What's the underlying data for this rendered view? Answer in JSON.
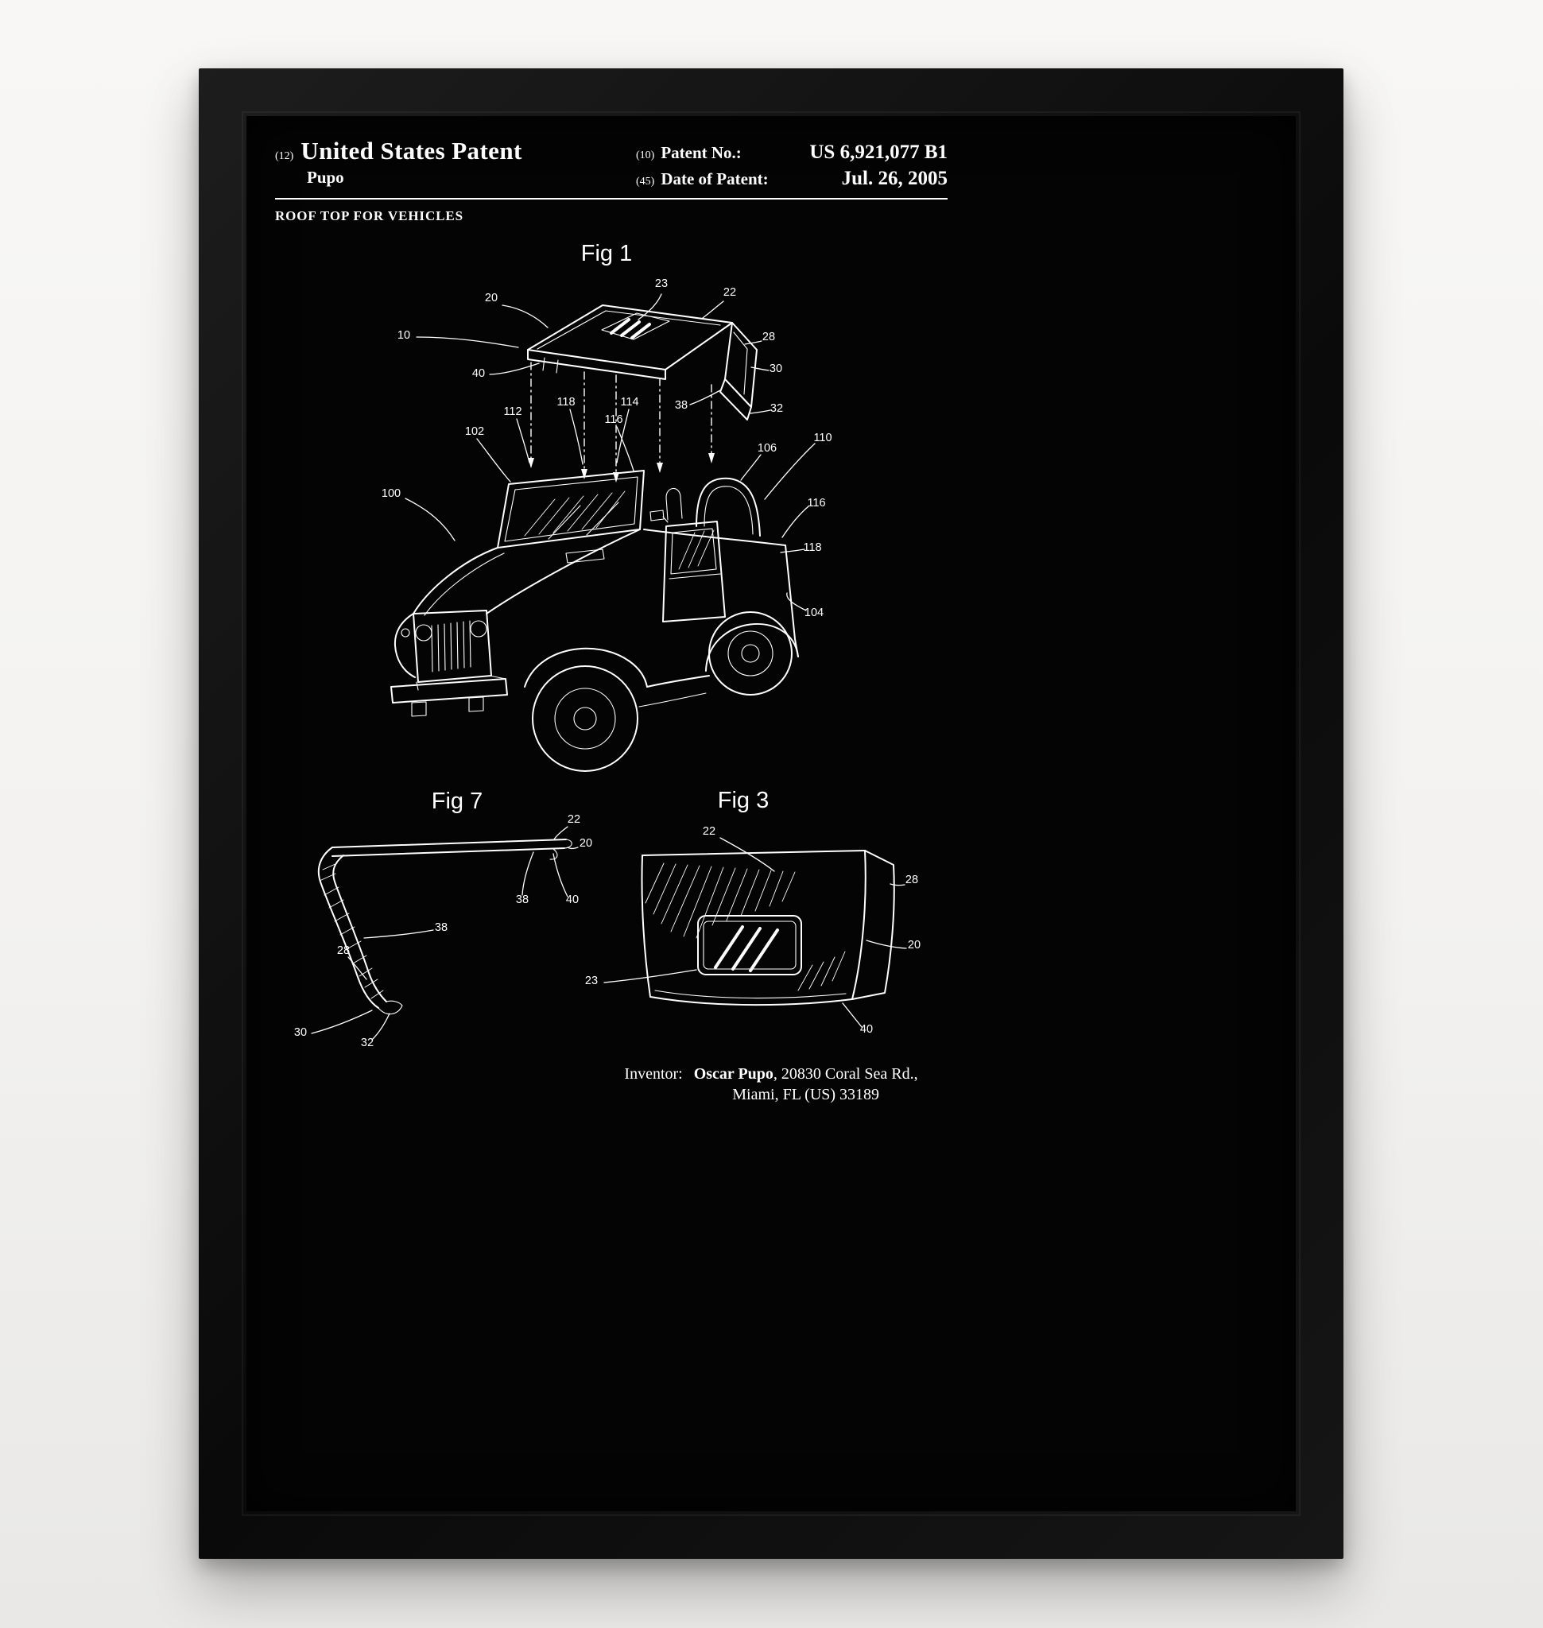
{
  "colors": {
    "wall": "#f3f2f0",
    "frame": "#0d0d0d",
    "poster": "#040404",
    "ink": "#ffffff"
  },
  "header": {
    "code12": "(12)",
    "title": "United States Patent",
    "applicant": "Pupo",
    "code10": "(10)",
    "patent_no_label": "Patent No.:",
    "patent_no_value": "US 6,921,077 B1",
    "code45": "(45)",
    "date_label": "Date of Patent:",
    "date_value": "Jul. 26, 2005"
  },
  "invention_title": "ROOF TOP FOR VEHICLES",
  "figures": {
    "fig1": {
      "label": "Fig 1",
      "refs": [
        "20",
        "23",
        "22",
        "10",
        "28",
        "30",
        "40",
        "38",
        "32",
        "112",
        "118",
        "114",
        "116",
        "102",
        "106",
        "110",
        "100",
        "116",
        "118",
        "104"
      ]
    },
    "fig7": {
      "label": "Fig 7",
      "refs": [
        "22",
        "20",
        "38",
        "40",
        "38",
        "28",
        "30",
        "32"
      ]
    },
    "fig3": {
      "label": "Fig 3",
      "refs": [
        "22",
        "28",
        "20",
        "23",
        "40"
      ]
    }
  },
  "footer": {
    "inventor_label": "Inventor:",
    "inventor_name": "Oscar Pupo",
    "inventor_address_1": ", 20830 Coral Sea Rd.,",
    "inventor_address_2": "Miami, FL (US) 33189"
  }
}
